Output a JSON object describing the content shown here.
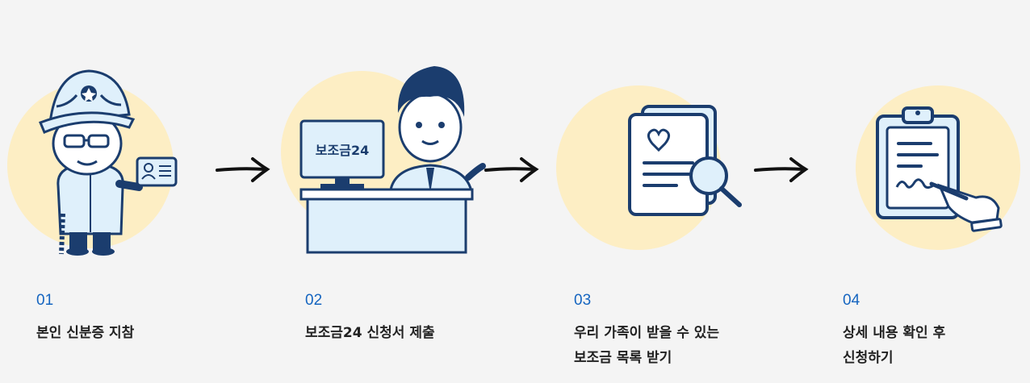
{
  "colors": {
    "accent": "#1565c0",
    "circle": "#fdeec4",
    "navy": "#1b3d6e",
    "lightblue": "#dff0fb"
  },
  "steps": [
    {
      "number": "01",
      "label_lines": [
        "본인 신분증 지참"
      ],
      "icon": "veteran-with-id-card-icon"
    },
    {
      "number": "02",
      "label_lines": [
        "보조금24 신청서 제출"
      ],
      "icon": "clerk-at-desk-icon",
      "monitor_text": "보조금24"
    },
    {
      "number": "03",
      "label_lines": [
        "우리 가족이 받을 수 있는",
        "보조금 목록 받기"
      ],
      "icon": "document-magnifier-icon"
    },
    {
      "number": "04",
      "label_lines": [
        "상세 내용 확인 후",
        "신청하기"
      ],
      "icon": "clipboard-signing-icon"
    }
  ]
}
